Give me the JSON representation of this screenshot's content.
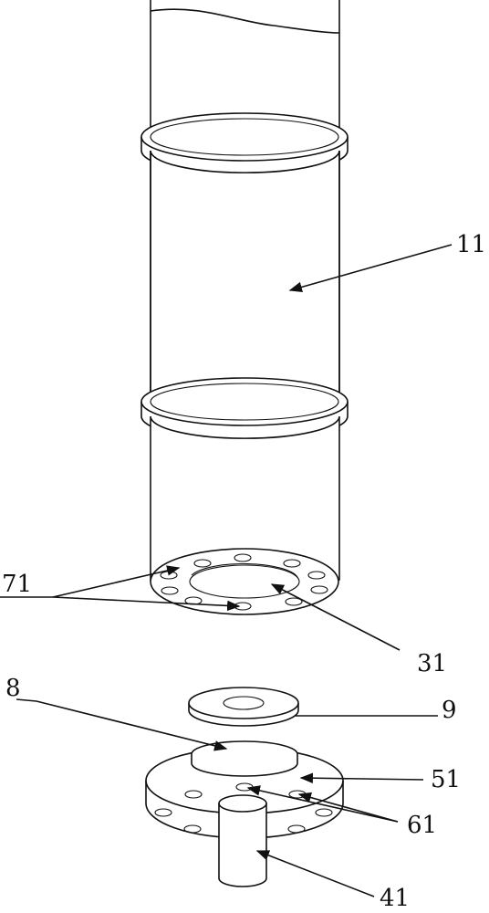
{
  "labels": {
    "l11": "11",
    "l71": "71",
    "l31": "31",
    "l8": "8",
    "l9": "9",
    "l51": "51",
    "l61": "61",
    "l41": "41"
  },
  "colors": {
    "line": "#111111",
    "background": "#ffffff"
  }
}
